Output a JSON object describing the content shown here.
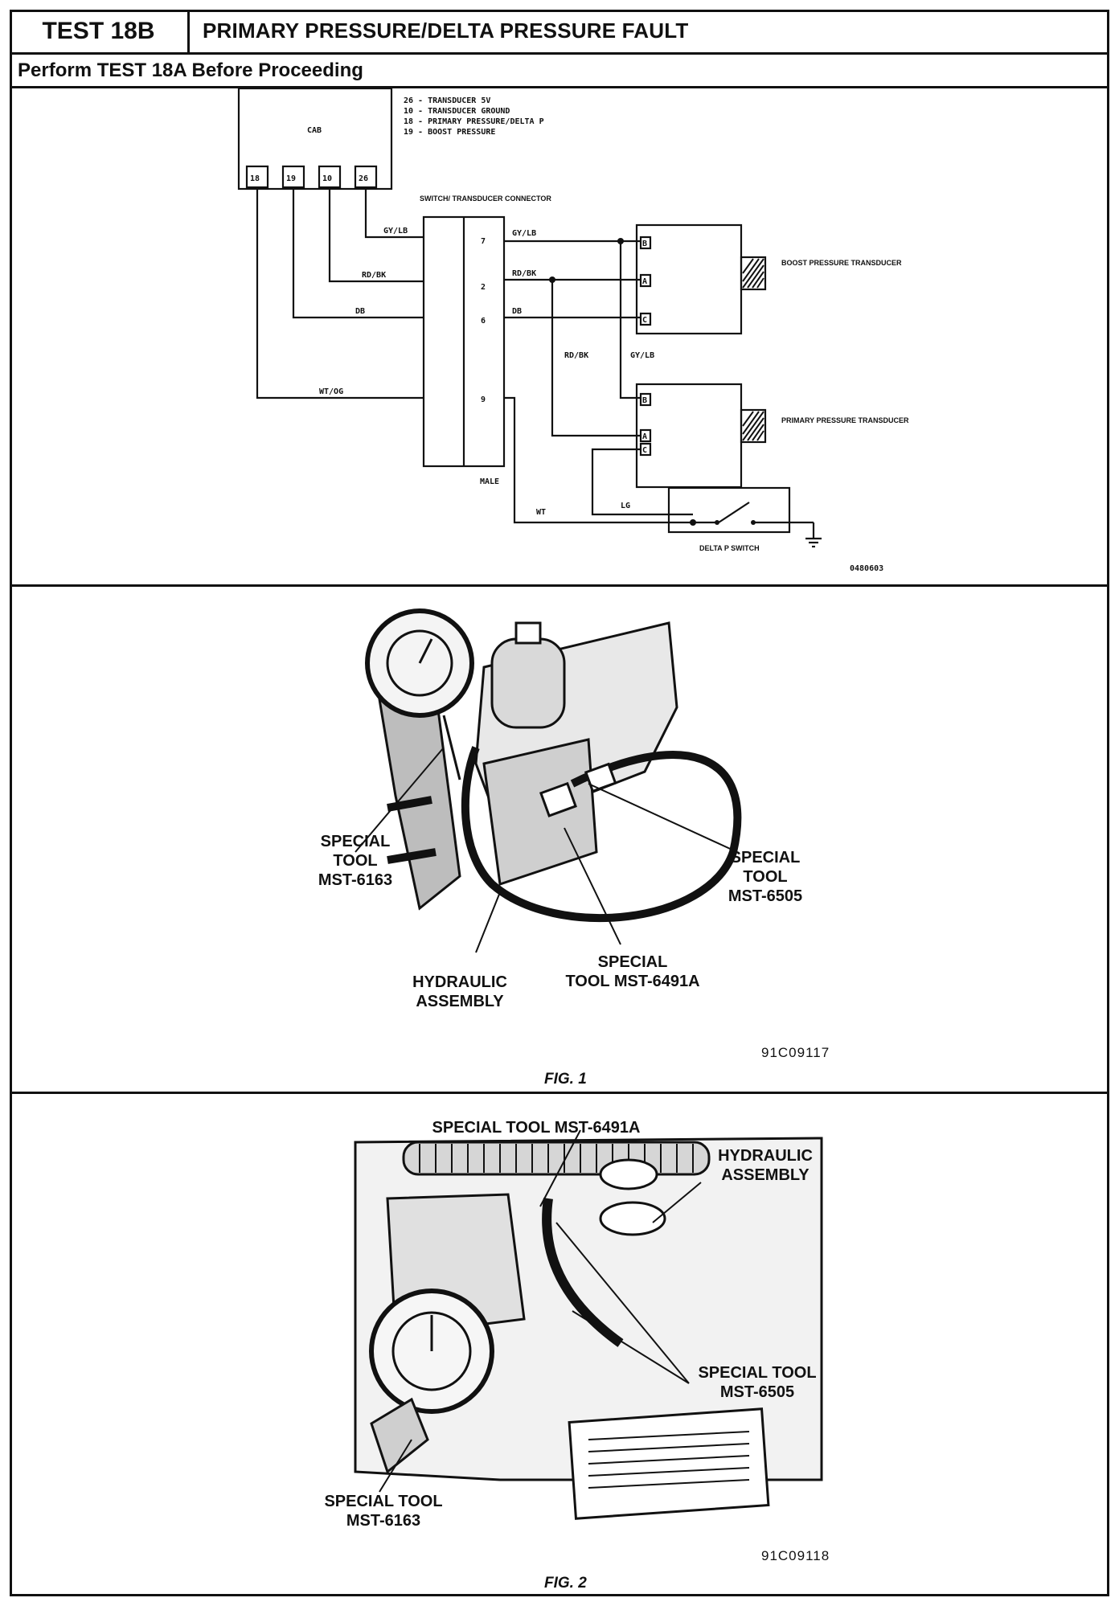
{
  "header": {
    "test_id": "TEST 18B",
    "title": "PRIMARY PRESSURE/DELTA PRESSURE FAULT",
    "subtitle": "Perform TEST 18A Before Proceeding"
  },
  "schematic": {
    "cab_label": "CAB",
    "legend": [
      "26 - TRANSDUCER 5V",
      "10 - TRANSDUCER GROUND",
      "18 - PRIMARY PRESSURE/DELTA P",
      "19 - BOOST PRESSURE"
    ],
    "cab_pins": [
      "18",
      "19",
      "10",
      "26"
    ],
    "connector_label": "SWITCH/ TRANSDUCER CONNECTOR",
    "connector_pins": [
      "7",
      "2",
      "6",
      "9"
    ],
    "male_label": "MALE",
    "wire_colors": {
      "gy_lb": "GY/LB",
      "rd_bk": "RD/BK",
      "db": "DB",
      "wt_og": "WT/OG",
      "wt": "WT",
      "lg": "LG"
    },
    "transducer_pins": {
      "b": "B",
      "a": "A",
      "c": "C"
    },
    "boost_transducer": "BOOST PRESSURE TRANSDUCER",
    "primary_transducer": "PRIMARY PRESSURE TRANSDUCER",
    "delta_switch": "DELTA P SWITCH",
    "drawing_code": "0480603"
  },
  "figure1": {
    "label_mst6163": "SPECIAL\nTOOL\nMST-6163",
    "label_mst6505": "SPECIAL\nTOOL\nMST-6505",
    "label_mst6491a": "SPECIAL\nTOOL MST-6491A",
    "label_hydraulic": "HYDRAULIC\nASSEMBLY",
    "code": "91C09117",
    "caption": "FIG. 1"
  },
  "figure2": {
    "label_mst6491a": "SPECIAL TOOL MST-6491A",
    "label_hydraulic": "HYDRAULIC\nASSEMBLY",
    "label_mst6505": "SPECIAL TOOL\nMST-6505",
    "label_mst6163": "SPECIAL TOOL\nMST-6163",
    "code": "91C09118",
    "caption": "FIG. 2"
  }
}
